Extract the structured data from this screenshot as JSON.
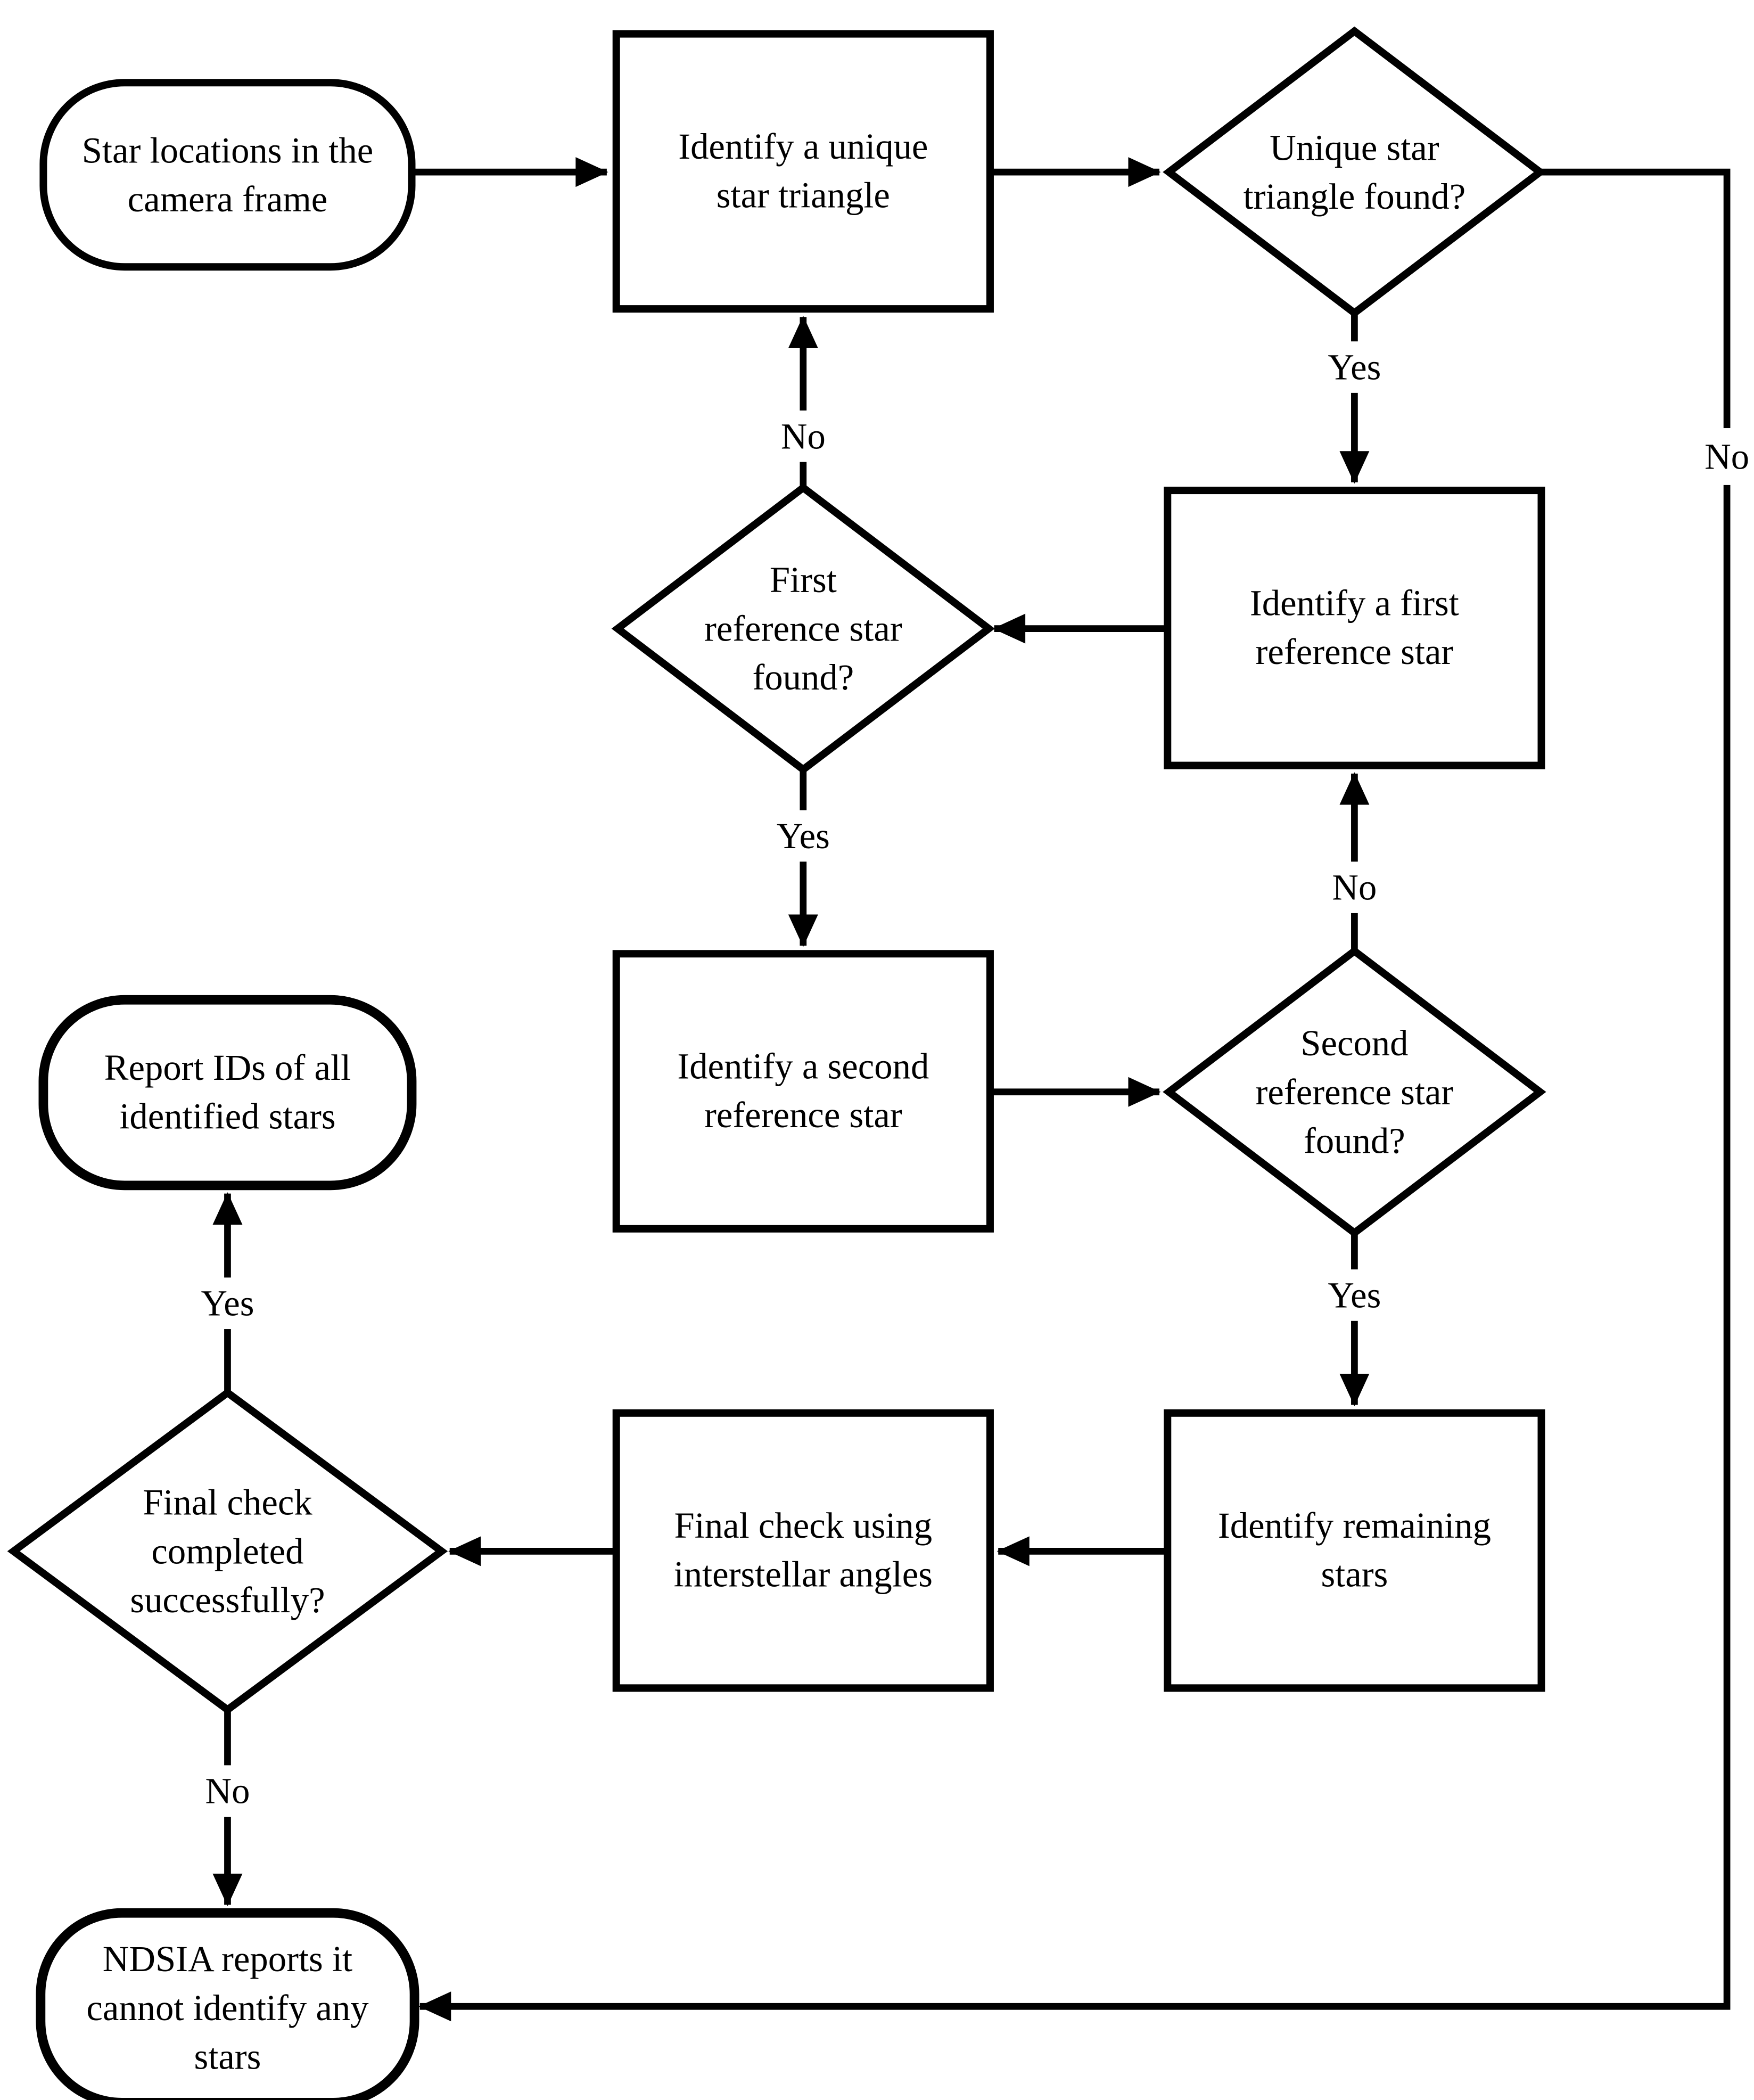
{
  "flowchart": {
    "nodes": {
      "start": {
        "shape": "stadium",
        "lines": [
          "Star locations in the",
          "camera frame"
        ]
      },
      "identify_unique_triangle": {
        "shape": "process",
        "lines": [
          "Identify a unique",
          "star triangle"
        ]
      },
      "unique_triangle_found": {
        "shape": "decision",
        "lines": [
          "Unique star",
          "triangle found?"
        ]
      },
      "identify_first_reference": {
        "shape": "process",
        "lines": [
          "Identify a first",
          "reference star"
        ]
      },
      "first_reference_found": {
        "shape": "decision",
        "lines": [
          "First",
          "reference star",
          "found?"
        ]
      },
      "identify_second_reference": {
        "shape": "process",
        "lines": [
          "Identify a second",
          "reference star"
        ]
      },
      "second_reference_found": {
        "shape": "decision",
        "lines": [
          "Second",
          "reference star",
          "found?"
        ]
      },
      "identify_remaining_stars": {
        "shape": "process",
        "lines": [
          "Identify remaining",
          "stars"
        ]
      },
      "final_check_angles": {
        "shape": "process",
        "lines": [
          "Final check using",
          "interstellar angles"
        ]
      },
      "final_check_completed": {
        "shape": "decision",
        "lines": [
          "Final check",
          "completed",
          "successfully?"
        ]
      },
      "report_ids": {
        "shape": "stadium-success",
        "lines": [
          "Report IDs of all",
          "identified stars"
        ]
      },
      "cannot_identify": {
        "shape": "stadium-failure",
        "lines": [
          "NDSIA reports it",
          "cannot identify any",
          "stars"
        ]
      }
    },
    "edge_labels": {
      "unique_triangle_yes": "Yes",
      "unique_triangle_no": "No",
      "first_reference_no": "No",
      "first_reference_yes": "Yes",
      "second_reference_no": "No",
      "second_reference_yes": "Yes",
      "final_check_yes": "Yes",
      "final_check_no": "No"
    },
    "colors": {
      "outline": "#000000",
      "success": "#7AB84E",
      "failure": "#C42A3C",
      "background": "#FFFFFF"
    }
  }
}
